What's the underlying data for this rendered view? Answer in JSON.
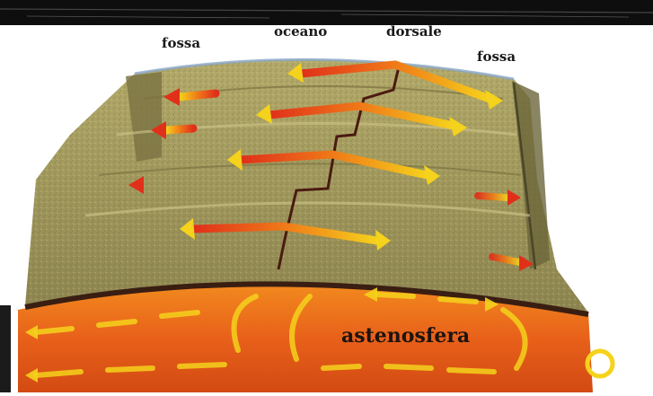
{
  "labels": {
    "fossa_left": "fossa",
    "oceano": "oceano",
    "dorsale": "dorsale",
    "fossa_right": "fossa",
    "astenosfera": "astenosfera"
  },
  "colors": {
    "crust": "#a39a5e",
    "crust_dark": "#6f6a3a",
    "asthenosphere": "#f07a18",
    "asthenosphere_deep": "#d9480f",
    "arrow_red": "#e0301a",
    "arrow_yellow": "#f5d21c",
    "header_band": "#0e0e0e"
  }
}
